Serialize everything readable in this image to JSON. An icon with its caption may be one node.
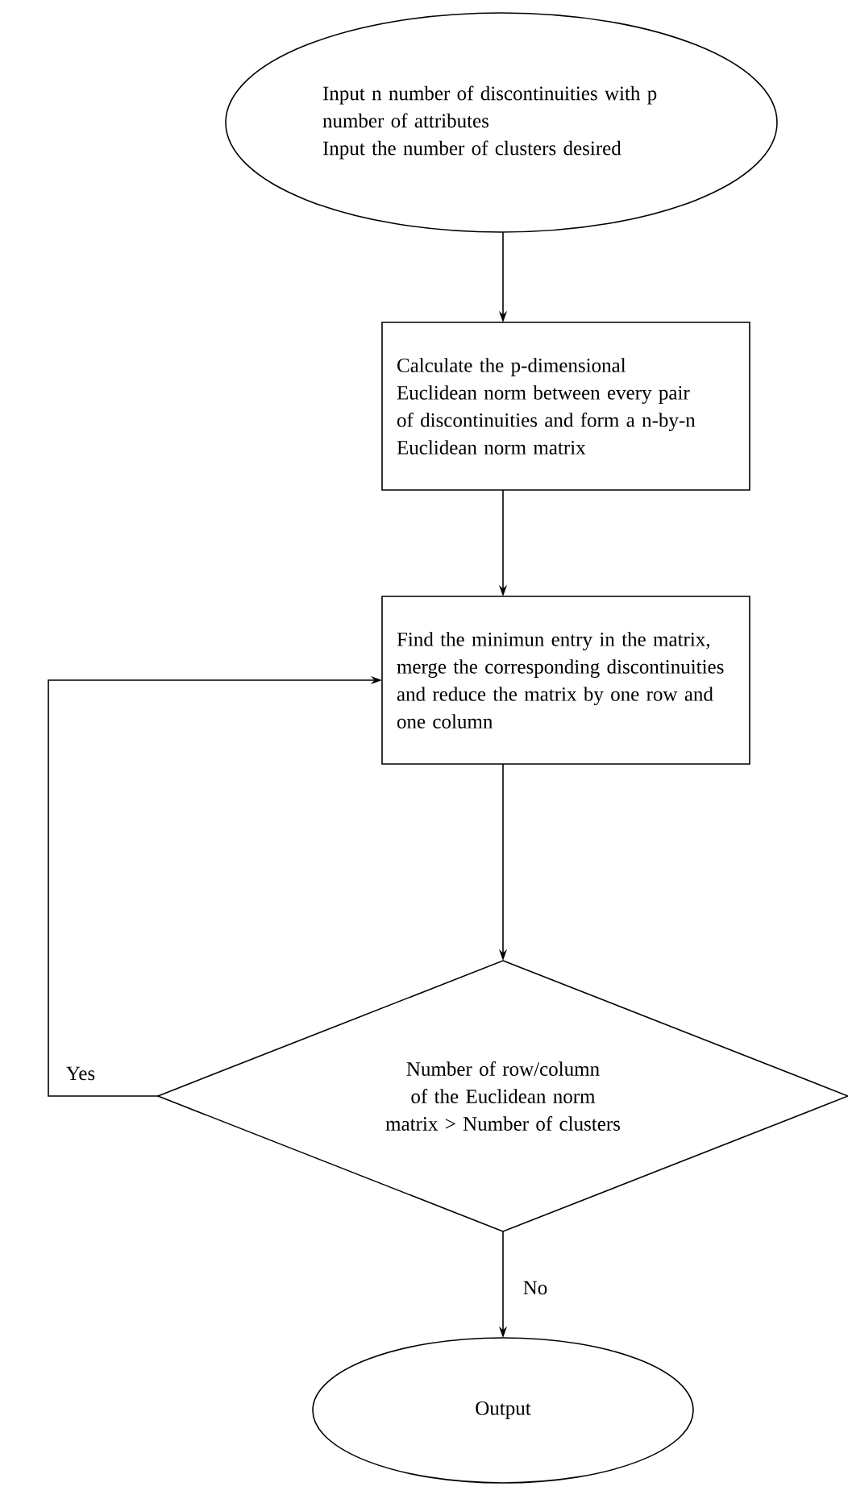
{
  "diagram": {
    "nodes": [
      {
        "text": [
          "Input n number of discontinuities with p number of attributes",
          "Input the number of clusters desired"
        ]
      },
      {
        "text": [
          "Calculate the p-dimensional Euclidean norm between every pair of discontinuities and form a n-by-n Euclidean norm matrix"
        ]
      },
      {
        "text": [
          "Find the minimun entry in the matrix, merge the corresponding discontinuities and reduce the matrix by one row and one column"
        ]
      },
      {
        "text": [
          "Number of row/column of the Euclidean norm matrix > Number of clusters"
        ]
      },
      {
        "text": [
          "Output"
        ]
      }
    ],
    "edges": [
      {
        "from": 0,
        "to": 1,
        "arrow": "to"
      },
      {
        "from": 1,
        "to": 2,
        "arrow": "to"
      },
      {
        "from": 2,
        "to": 3,
        "arrow": "to"
      },
      {
        "from": 3,
        "to": 2,
        "arrow": "to",
        "label": "Yes"
      },
      {
        "from": 3,
        "to": 4,
        "arrow": "to",
        "label": "No"
      }
    ]
  }
}
